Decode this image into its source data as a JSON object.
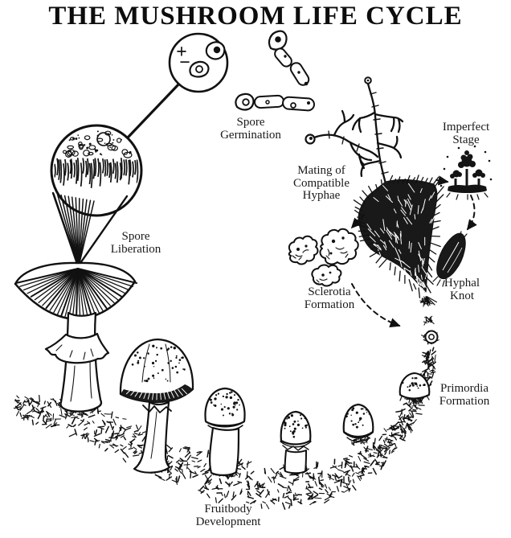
{
  "title": "THE MUSHROOM LIFE CYCLE",
  "stages": {
    "spore_liberation": "Spore\nLiberation",
    "spore_germination": "Spore\nGermination",
    "mating": "Mating of\nCompatible\nHyphae",
    "imperfect_stage": "Imperfect\nStage",
    "hyphal_knot": "Hyphal\nKnot",
    "sclerotia_formation": "Sclerotia\nFormation",
    "primordia_formation": "Primordia\nFormation",
    "fruitbody_development": "Fruitbody\nDevelopment"
  },
  "spore_symbols": {
    "plus": "+",
    "minus": "−"
  },
  "colors": {
    "ink": "#111111",
    "background": "#ffffff"
  }
}
